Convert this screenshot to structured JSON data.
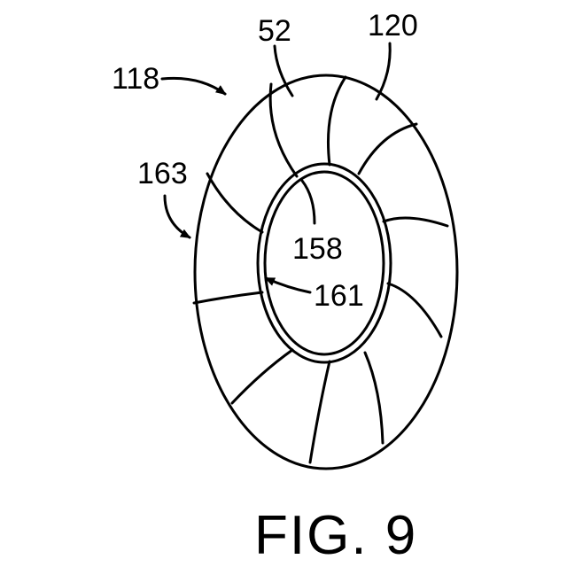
{
  "figure": {
    "caption": "FIG. 9",
    "reference_numerals": {
      "r118": "118",
      "r52": "52",
      "r120": "120",
      "r163": "163",
      "r158": "158",
      "r161": "161"
    }
  }
}
